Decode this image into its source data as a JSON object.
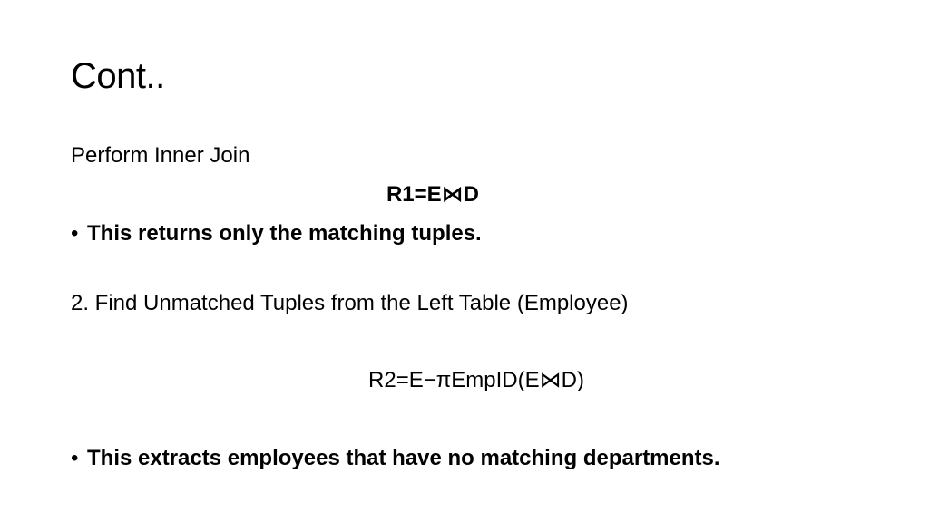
{
  "slide": {
    "title": "Cont..",
    "subhead": "Perform Inner Join",
    "formula_1": "R1=E⋈D",
    "bullet_1": "This returns only the matching tuples.",
    "step_2": "2. Find Unmatched Tuples from the Left Table (Employee)",
    "formula_2": "R2=E−πEmpID(E⋈D)",
    "bullet_2": "This extracts employees that have no matching departments.",
    "bullet_glyph": "•"
  }
}
